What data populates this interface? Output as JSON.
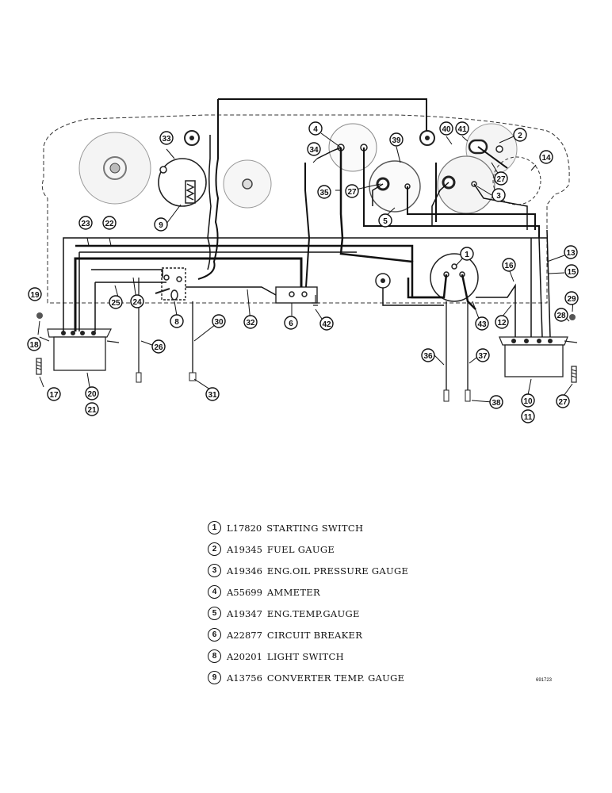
{
  "legend": [
    {
      "num": "1",
      "part": "L17820",
      "desc": "STARTING SWITCH"
    },
    {
      "num": "2",
      "part": "A19345",
      "desc": "FUEL GAUGE"
    },
    {
      "num": "3",
      "part": "A19346",
      "desc": "ENG.OIL PRESSURE GAUGE"
    },
    {
      "num": "4",
      "part": "A55699",
      "desc": "AMMETER"
    },
    {
      "num": "5",
      "part": "A19347",
      "desc": "ENG.TEMP.GAUGE"
    },
    {
      "num": "6",
      "part": "A22877",
      "desc": "CIRCUIT BREAKER"
    },
    {
      "num": "8",
      "part": "A20201",
      "desc": "LIGHT SWITCH"
    },
    {
      "num": "9",
      "part": "A13756",
      "desc": "CONVERTER TEMP. GAUGE"
    }
  ],
  "callouts": [
    "1",
    "2",
    "3",
    "4",
    "5",
    "6",
    "8",
    "9",
    "10",
    "11",
    "12",
    "13",
    "14",
    "15",
    "16",
    "17",
    "18",
    "19",
    "20",
    "21",
    "22",
    "23",
    "24",
    "25",
    "26",
    "27",
    "27",
    "27",
    "28",
    "29",
    "30",
    "31",
    "32",
    "33",
    "34",
    "35",
    "36",
    "37",
    "38",
    "39",
    "40",
    "41",
    "42",
    "43"
  ],
  "figure_id": "691723"
}
